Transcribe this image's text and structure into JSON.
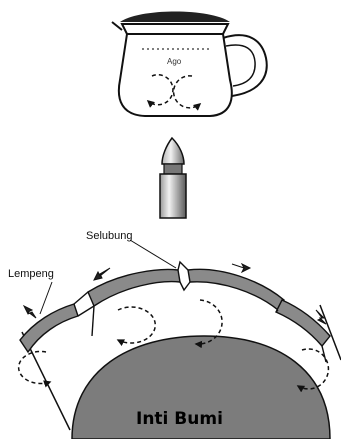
{
  "labels": {
    "crust_gap": "Selubung",
    "plate": "Lempeng",
    "core": "Inti Bumi",
    "jug_marking": "Ago"
  },
  "colors": {
    "outline": "#111111",
    "plate_fill": "#8a8a8a",
    "core_fill": "#7c7c7c",
    "flame": "#777777",
    "jug_lid": "#222222"
  },
  "icons": {
    "coffee_pot": "coffee-pot-icon",
    "burner": "burner-icon",
    "convection_arrow": "circular-arrow-icon",
    "plate_motion_arrow": "plate-motion-arrow-icon"
  }
}
